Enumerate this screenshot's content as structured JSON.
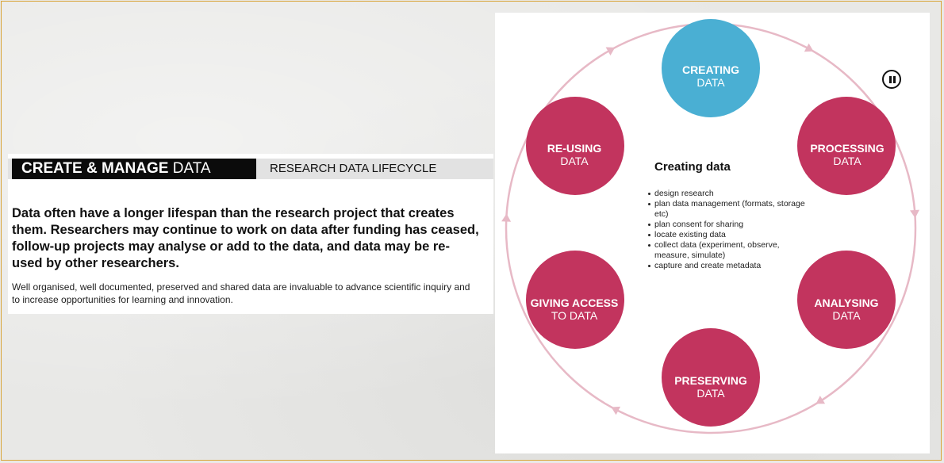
{
  "header": {
    "title_bold": "CREATE & MANAGE",
    "title_normal": "DATA",
    "subtitle": "RESEARCH DATA LIFECYCLE"
  },
  "intro": {
    "lead": "Data often have a longer lifespan than the research project that creates them. Researchers may continue to work on data after funding has ceased, follow-up projects may analyse or add to the data, and data may be re-used by other researchers.",
    "body": "Well organised, well documented, preserved and shared data are invaluable to advance scientific inquiry and to increase opportunities for learning and innovation."
  },
  "lifecycle": {
    "stages": [
      {
        "line1": "CREATING",
        "line2": "DATA",
        "active": true
      },
      {
        "line1": "PROCESSING",
        "line2": "DATA",
        "active": false
      },
      {
        "line1": "ANALYSING",
        "line2": "DATA",
        "active": false
      },
      {
        "line1": "PRESERVING",
        "line2": "DATA",
        "active": false
      },
      {
        "line1": "GIVING ACCESS",
        "line2": "TO DATA",
        "active": false
      },
      {
        "line1": "RE-USING",
        "line2": "DATA",
        "active": false
      }
    ],
    "details": {
      "title": "Creating data",
      "items": [
        "design research",
        "plan data management (formats, storage etc)",
        "plan consent for sharing",
        "locate existing data",
        "collect data (experiment, observe, measure, simulate)",
        "capture and create metadata"
      ]
    },
    "colors": {
      "active": "#4aafd3",
      "inactive": "#c2345e",
      "ring": "#e7b9c6"
    },
    "controls": {
      "pause_icon": "pause-icon"
    }
  }
}
